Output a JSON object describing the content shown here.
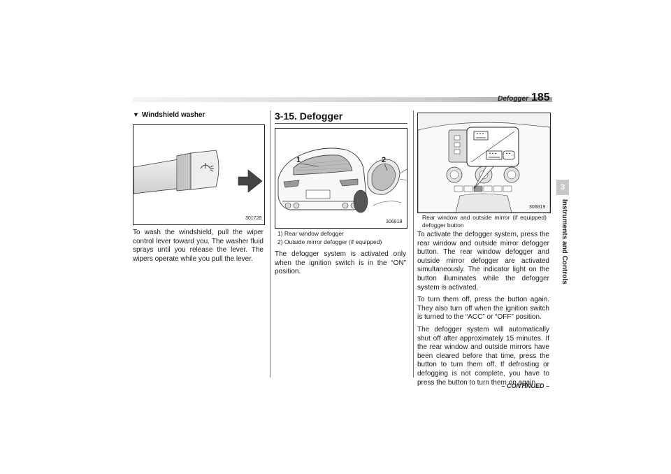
{
  "header": {
    "section_name": "Defogger",
    "page_number": "185"
  },
  "side_tab": {
    "chapter_number": "3",
    "chapter_title": "Instruments and Controls"
  },
  "column1": {
    "subheading_marker": "▼",
    "subheading": "Windshield washer",
    "figure_number": "301725",
    "body": "To wash the windshield, pull the wiper control lever toward you. The washer fluid sprays until you release the lever. The wipers operate while you pull the lever."
  },
  "column2": {
    "heading": "3-15. Defogger",
    "figure_number": "306818",
    "callouts": [
      "1",
      "2"
    ],
    "legend": [
      "1)  Rear window defogger",
      "2)  Outside mirror defogger (if equipped)"
    ],
    "body": "The defogger system is activated only when the ignition switch is in the “ON” position."
  },
  "column3": {
    "figure_number": "306819",
    "caption": "Rear window and outside mirror (if equipped) defogger button",
    "paragraphs": [
      "To activate the defogger system, press the rear window and outside mirror defogger button. The rear window defogger and outside mirror defogger are activated simultaneously. The indicator light on the button illuminates while the defogger system is activated.",
      "To turn them off, press the button again. They also turn off when the ignition switch is turned to the “ACC” or “OFF” position.",
      "The defogger system will automatically shut off after approximately 15 minutes. If the rear window and outside mirrors have been cleared before that time, press the button to turn them off. If defrosting or defogging is not complete, you have to press the button to turn them on again."
    ]
  },
  "footer": {
    "continued": "– CONTINUED –"
  }
}
